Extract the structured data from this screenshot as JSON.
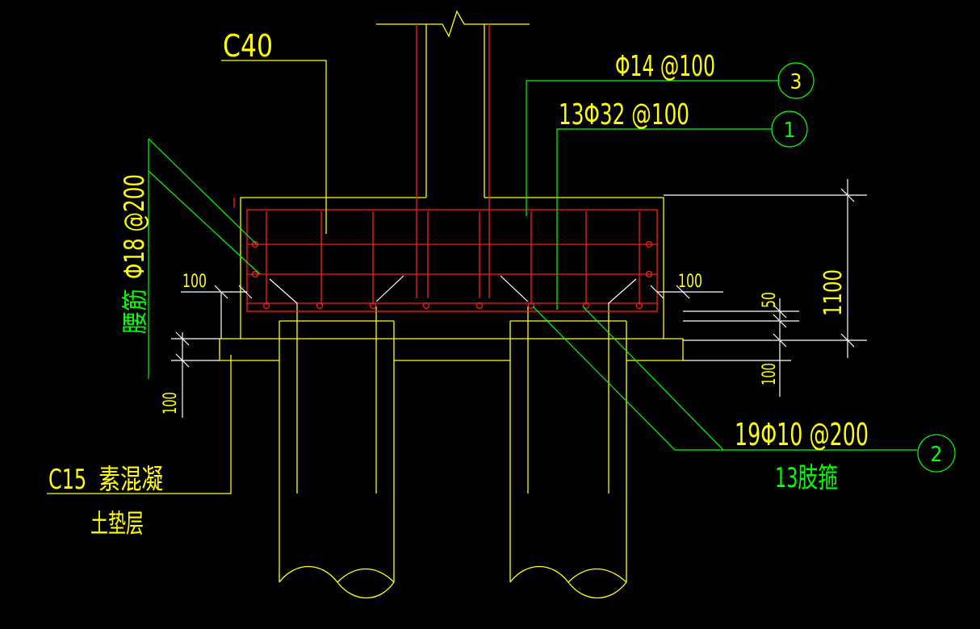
{
  "drawing": {
    "concrete_grade": "C40",
    "rebar_3_label": "Φ14 @100",
    "rebar_3_tag": "3",
    "rebar_1_label": "13Φ32 @100",
    "rebar_1_tag": "1",
    "rebar_2_label": "19Φ10 @200",
    "rebar_2_sub": "13肢箍",
    "rebar_2_tag": "2",
    "waist_rebar_label": "Φ18 @200",
    "waist_rebar_name": "腰筋",
    "cushion_grade": "C15  素混凝",
    "cushion_name": "土垫层",
    "dim_left_100": "100",
    "dim_right_100": "100",
    "dim_50": "50",
    "dim_1100": "1100",
    "dim_100_lower_right": "100",
    "dim_100_lower_left": "100"
  },
  "colors": {
    "concrete_lines": "#ffff00",
    "rebar_lines": "#ff1a1a",
    "leader_lines": "#00ff00",
    "dimension_lines": "#ffffff",
    "background": "#000000"
  }
}
